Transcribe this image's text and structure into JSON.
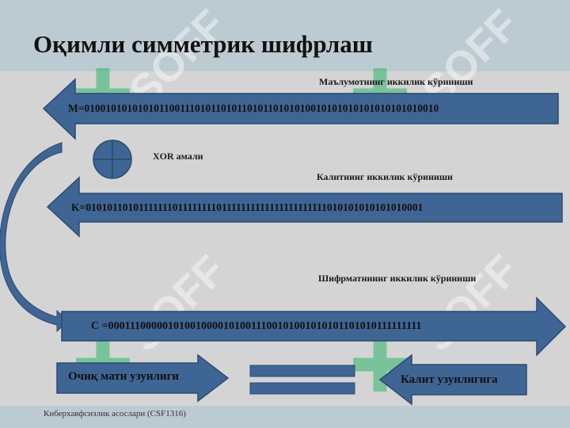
{
  "slide": {
    "title": "Оқимли симметрик шифрлаш",
    "footer": "Киберхавфсизлик асослари (CSF1316)",
    "watermark_text": "SOFF"
  },
  "message": {
    "caption": "Маълумотнинг иккилик кўриниши",
    "bits": "M=0100101010101011001110101101011010110101010010101010101010101010010"
  },
  "operation": {
    "label": "XOR  амали",
    "icon": "xor-circle-icon"
  },
  "key": {
    "caption": "Калитнинг иккилик кўриниши",
    "bits": "K=0101011010111111101111111101111111111111111111111010101010101010001"
  },
  "cipher": {
    "caption": "Шифрматннинг иккилик кўриниши",
    "bits": "C =0001110000010100100001010011100101001010101101010111111111"
  },
  "comparison": {
    "left_label": "Очиқ матн узунлиги",
    "right_label": "Калит узунлигига",
    "symbol": "equals-sign-icon"
  },
  "colors": {
    "arrow_fill": "#3f6594",
    "arrow_stroke": "#2b4a70",
    "watermark": "#2db56b"
  }
}
